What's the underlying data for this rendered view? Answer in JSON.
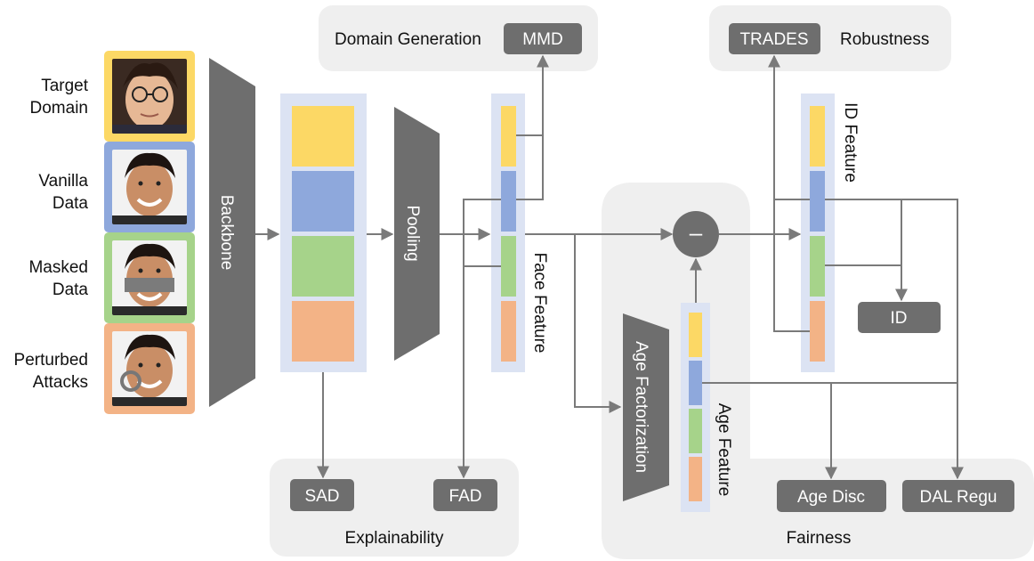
{
  "colors": {
    "yellow": "#fcd865",
    "blue": "#8ea8dc",
    "green": "#a6d38a",
    "orange": "#f3b386",
    "grey_block": "#6e6e6e",
    "panel": "#efefef",
    "feature_bg": "#dce3f3"
  },
  "inputs": [
    {
      "label_line1": "Target",
      "label_line2": "Domain",
      "color": "#fcd865",
      "icon": "harry-face-icon"
    },
    {
      "label_line1": "Vanilla",
      "label_line2": "Data",
      "color": "#8ea8dc",
      "icon": "face-icon"
    },
    {
      "label_line1": "Masked",
      "label_line2": "Data",
      "color": "#a6d38a",
      "icon": "masked-face-icon"
    },
    {
      "label_line1": "Perturbed",
      "label_line2": "Attacks",
      "color": "#f3b386",
      "icon": "perturbed-face-icon"
    }
  ],
  "blocks": {
    "backbone": "Backbone",
    "pooling": "Pooling",
    "age_factorization": "Age Factorization",
    "minus": "–"
  },
  "features": {
    "face": "Face Feature",
    "id": "ID Feature",
    "age": "Age Feature"
  },
  "panels": {
    "domain_generation": {
      "title": "Domain Generation",
      "button": "MMD"
    },
    "robustness": {
      "title": "Robustness",
      "button": "TRADES"
    },
    "explainability": {
      "title": "Explainability",
      "buttons": [
        "SAD",
        "FAD"
      ]
    },
    "fairness": {
      "title": "Fairness",
      "buttons": [
        "Age Disc",
        "DAL Regu"
      ]
    }
  },
  "id_head": "ID"
}
